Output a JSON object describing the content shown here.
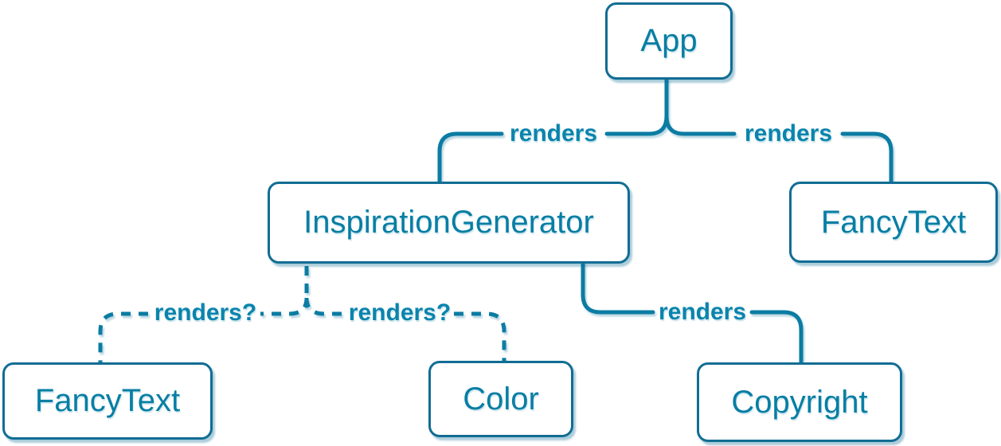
{
  "diagram": {
    "type": "component-render-tree",
    "nodes": [
      {
        "id": "app",
        "label": "App"
      },
      {
        "id": "inspiration-generator",
        "label": "InspirationGenerator"
      },
      {
        "id": "fancy-text-top",
        "label": "FancyText"
      },
      {
        "id": "fancy-text-bottom",
        "label": "FancyText"
      },
      {
        "id": "color",
        "label": "Color"
      },
      {
        "id": "copyright",
        "label": "Copyright"
      }
    ],
    "edges": [
      {
        "from": "App",
        "to": "InspirationGenerator",
        "label": "renders",
        "style": "solid"
      },
      {
        "from": "App",
        "to": "FancyText",
        "label": "renders",
        "style": "solid"
      },
      {
        "from": "InspirationGenerator",
        "to": "FancyText",
        "label": "renders?",
        "style": "dashed"
      },
      {
        "from": "InspirationGenerator",
        "to": "Color",
        "label": "renders?",
        "style": "dashed"
      },
      {
        "from": "InspirationGenerator",
        "to": "Copyright",
        "label": "renders",
        "style": "solid"
      }
    ]
  },
  "colors": {
    "accent": "#087ea4",
    "line": "#0b7ca3",
    "node_border": "#116d94",
    "background": "#ffffff"
  }
}
